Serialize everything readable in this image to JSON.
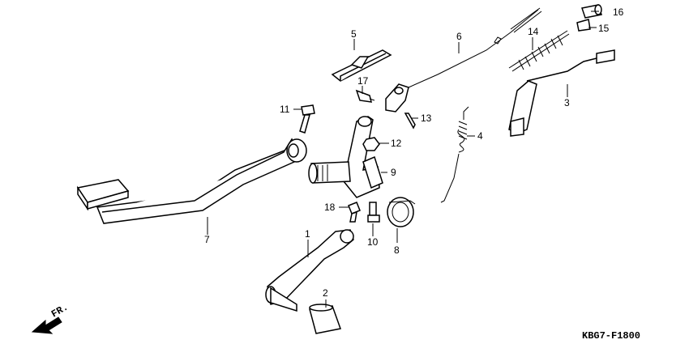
{
  "diagram": {
    "code": "KBG7-F1800",
    "front_marker": "FR.",
    "callouts": [
      {
        "id": "1",
        "label": "1"
      },
      {
        "id": "2",
        "label": "2"
      },
      {
        "id": "3",
        "label": "3"
      },
      {
        "id": "4",
        "label": "4"
      },
      {
        "id": "5",
        "label": "5"
      },
      {
        "id": "6",
        "label": "6"
      },
      {
        "id": "7",
        "label": "7"
      },
      {
        "id": "8",
        "label": "8"
      },
      {
        "id": "9",
        "label": "9"
      },
      {
        "id": "10",
        "label": "10"
      },
      {
        "id": "11",
        "label": "11"
      },
      {
        "id": "12",
        "label": "12"
      },
      {
        "id": "13",
        "label": "13"
      },
      {
        "id": "14",
        "label": "14"
      },
      {
        "id": "15",
        "label": "15"
      },
      {
        "id": "16",
        "label": "16"
      },
      {
        "id": "17",
        "label": "17"
      },
      {
        "id": "18",
        "label": "18"
      }
    ]
  }
}
